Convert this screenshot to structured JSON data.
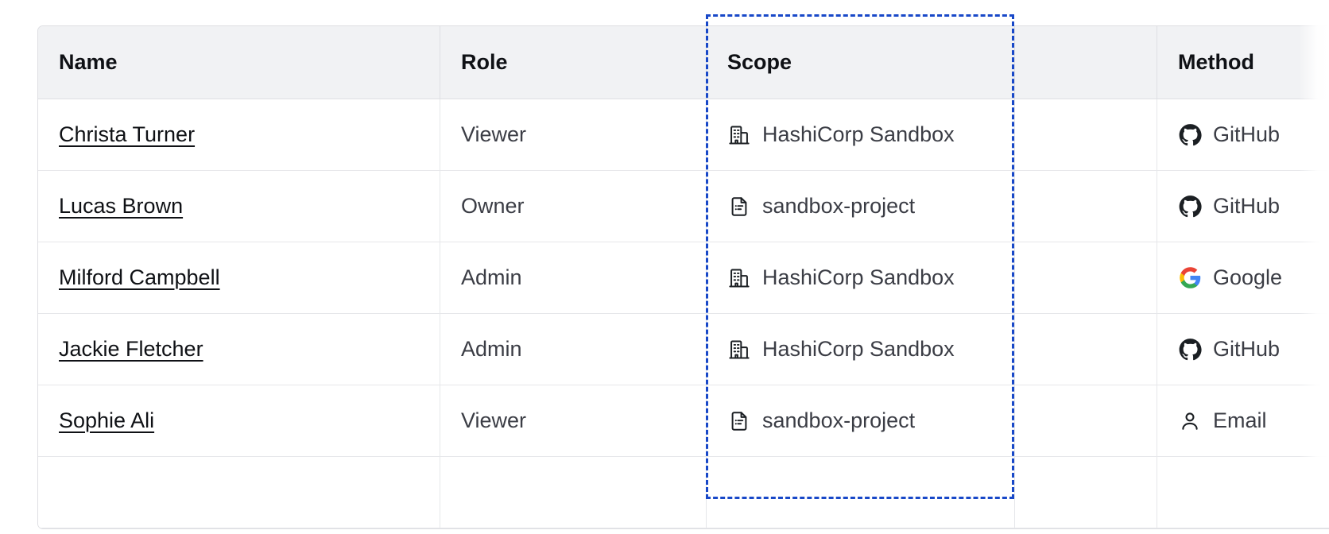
{
  "table": {
    "columns": [
      {
        "key": "name",
        "label": "Name"
      },
      {
        "key": "role",
        "label": "Role"
      },
      {
        "key": "scope",
        "label": "Scope"
      },
      {
        "key": "blank",
        "label": ""
      },
      {
        "key": "method",
        "label": "Method"
      }
    ],
    "rows": [
      {
        "name": "Christa Turner",
        "role": "Viewer",
        "scope": "HashiCorp Sandbox",
        "scope_icon": "organization-building-icon",
        "method": "GitHub",
        "method_icon": "github-icon"
      },
      {
        "name": "Lucas Brown",
        "role": "Owner",
        "scope": "sandbox-project",
        "scope_icon": "project-document-icon",
        "method": "GitHub",
        "method_icon": "github-icon"
      },
      {
        "name": "Milford Campbell",
        "role": "Admin",
        "scope": "HashiCorp Sandbox",
        "scope_icon": "organization-building-icon",
        "method": "Google",
        "method_icon": "google-icon"
      },
      {
        "name": "Jackie Fletcher",
        "role": "Admin",
        "scope": "HashiCorp Sandbox",
        "scope_icon": "organization-building-icon",
        "method": "GitHub",
        "method_icon": "github-icon"
      },
      {
        "name": "Sophie Ali",
        "role": "Viewer",
        "scope": "sandbox-project",
        "scope_icon": "project-document-icon",
        "method": "Email",
        "method_icon": "person-email-icon"
      },
      {
        "name": "",
        "role": "",
        "scope": "",
        "scope_icon": "",
        "method": "",
        "method_icon": ""
      }
    ]
  },
  "highlight": {
    "target_column": "Scope",
    "style": "dashed",
    "color": "#1848c8"
  },
  "colors": {
    "header_bg": "#f1f2f4",
    "border": "#dedfe3",
    "row_border": "#e6e7ea",
    "text_primary": "#0f1115",
    "text_secondary": "#3b3d45",
    "highlight": "#1848c8",
    "google_blue": "#4285f4",
    "google_red": "#ea4335",
    "google_yellow": "#fbbc05",
    "google_green": "#34a853",
    "github_dark": "#1b1f23"
  }
}
